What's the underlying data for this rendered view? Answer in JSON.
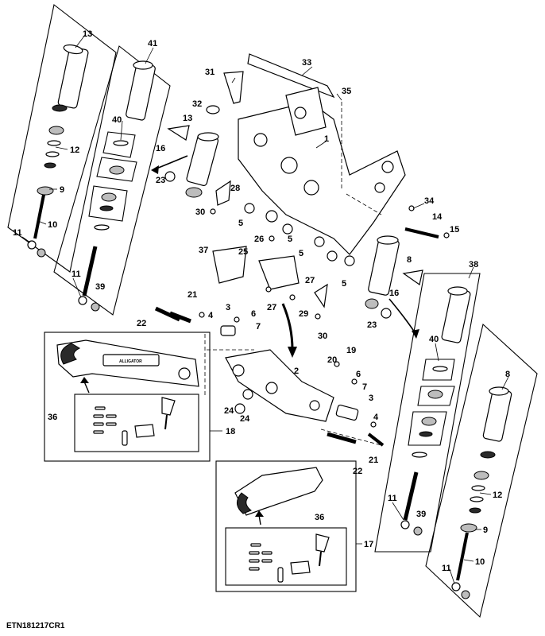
{
  "diagram": {
    "reference_code": "ETN181217CR1",
    "logo_text": "ALLIGATOR",
    "callouts": {
      "c13_left": "13",
      "c12_left": "12",
      "c9_left": "9",
      "c10_left": "10",
      "c11_left": "11",
      "c41": "41",
      "c40_left": "40",
      "c11_mid": "11",
      "c39_left": "39",
      "c31": "31",
      "c33": "33",
      "c35": "35",
      "c32": "32",
      "c13_mid": "13",
      "c16_left": "16",
      "c1": "1",
      "c23_left": "23",
      "c28": "28",
      "c30_top": "30",
      "c5_a": "5",
      "c34": "34",
      "c14": "14",
      "c15": "15",
      "c26": "26",
      "c5_b": "5",
      "c5_c": "5",
      "c5_d": "5",
      "c37": "37",
      "c25": "25",
      "c27_a": "27",
      "c27_b": "27",
      "c29": "29",
      "c30_mid": "30",
      "c8_mid": "8",
      "c16_right": "16",
      "c23_right": "23",
      "c21_left": "21",
      "c22_left": "22",
      "c3_left": "3",
      "c4_left": "4",
      "c6_left": "6",
      "c7_left": "7",
      "c2": "2",
      "c19": "19",
      "c20": "20",
      "c6_right": "6",
      "c7_right": "7",
      "c3_right": "3",
      "c4_right": "4",
      "c24_a": "24",
      "c24_b": "24",
      "c21_right": "21",
      "c22_right": "22",
      "c36_left": "36",
      "c18": "18",
      "c36_right": "36",
      "c17": "17",
      "c38": "38",
      "c40_right": "40",
      "c11_right_a": "11",
      "c39_right": "39",
      "c8_right": "8",
      "c12_right": "12",
      "c9_right": "9",
      "c10_right": "10",
      "c11_right_b": "11"
    }
  }
}
